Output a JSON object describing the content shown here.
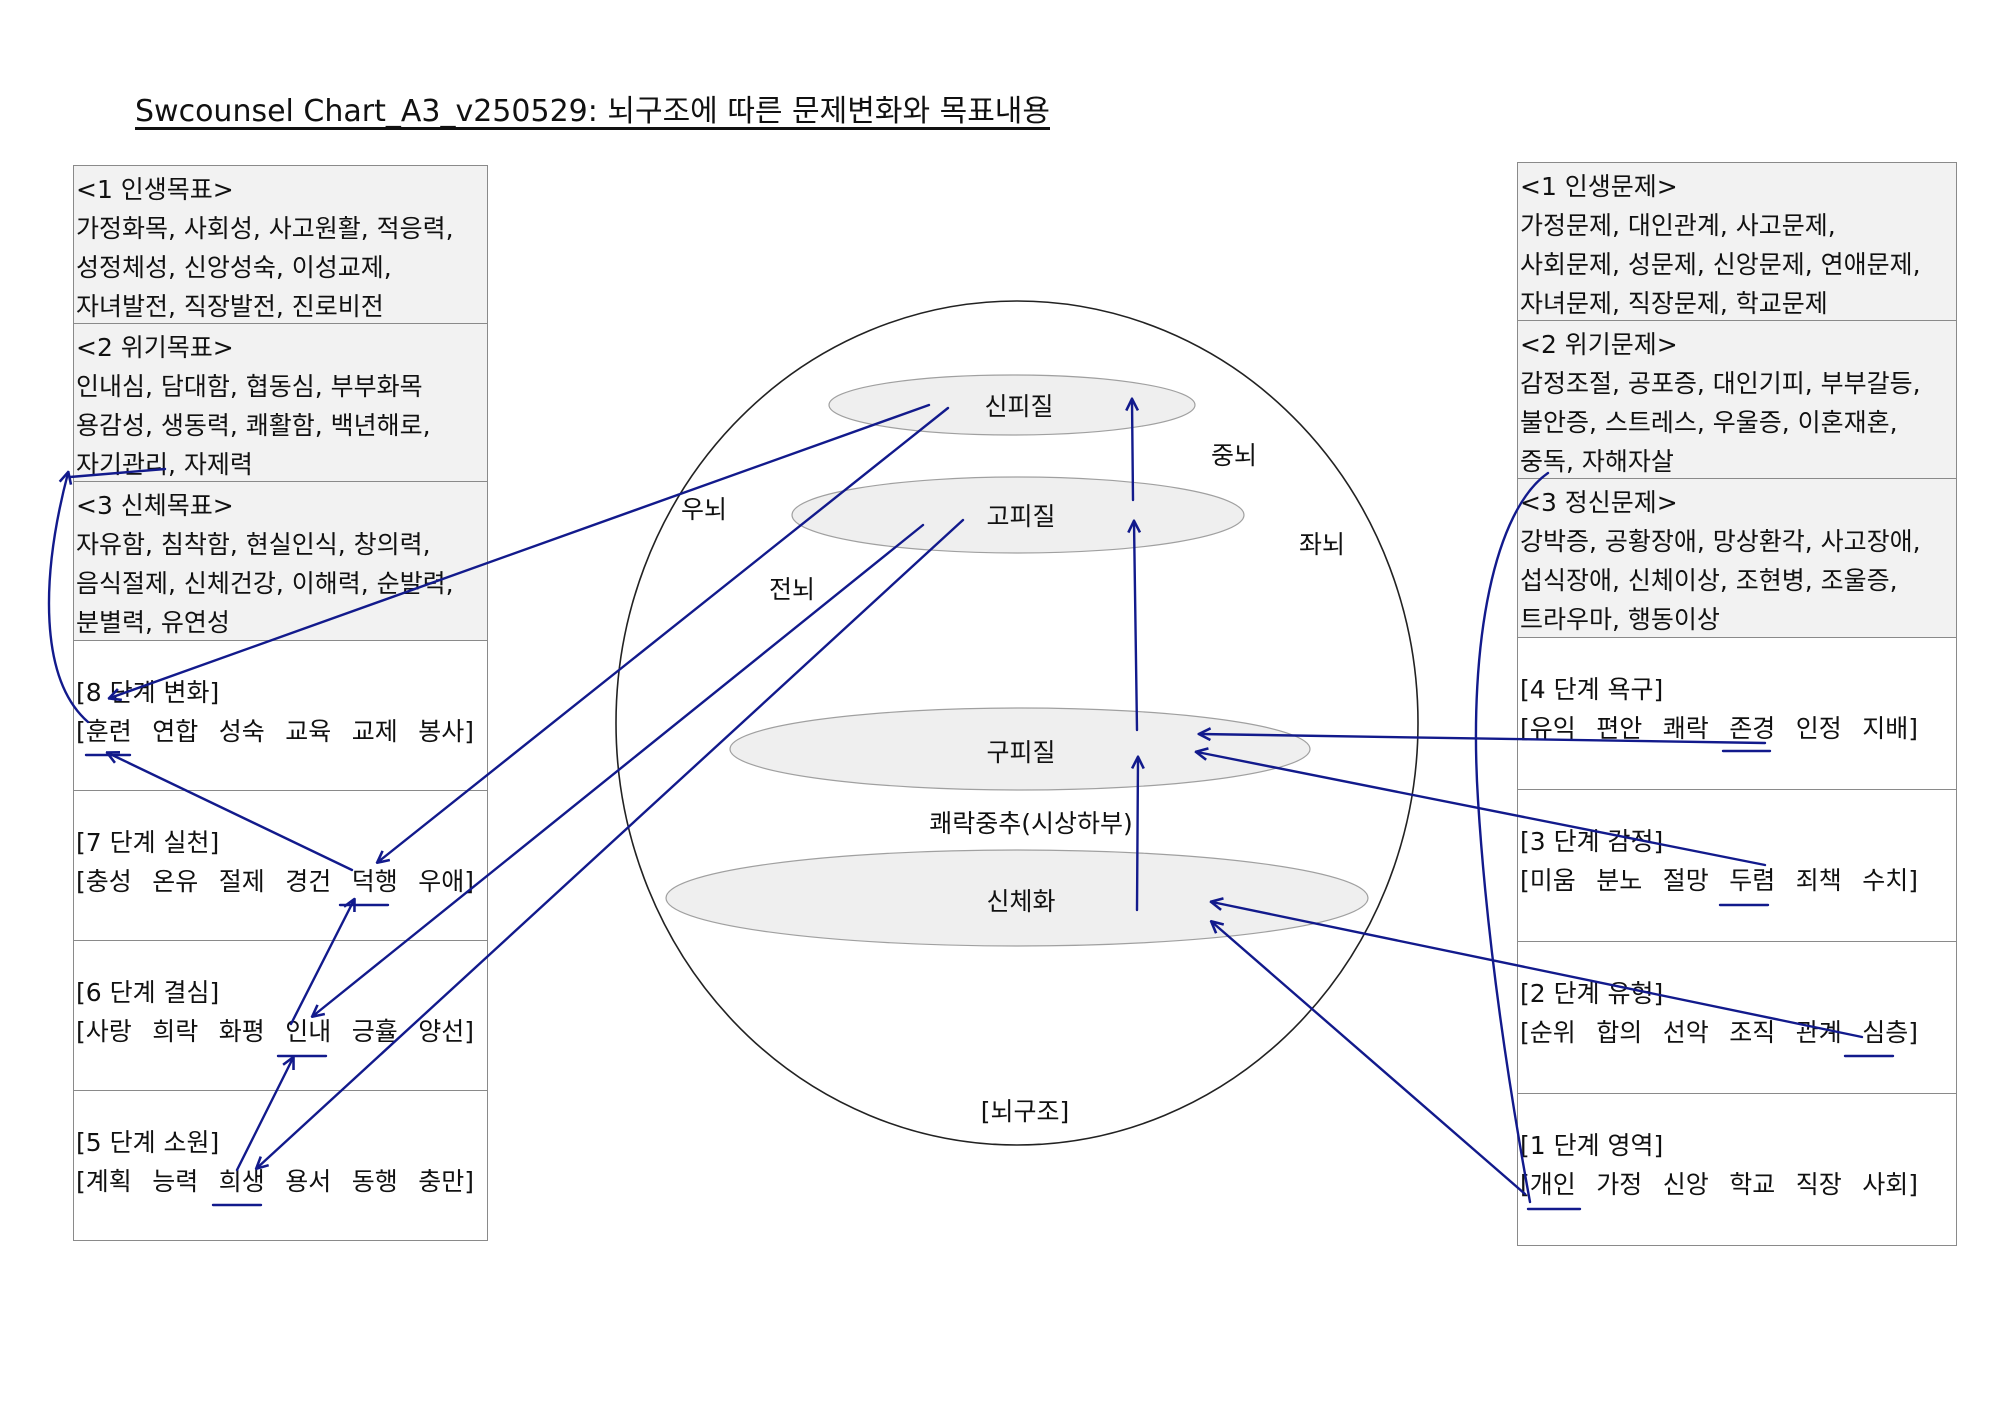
{
  "title": "Swcounsel Chart_A3_v250529: 뇌구조에 따른 문제변화와 목표내용",
  "left": {
    "goals": [
      {
        "heading": "<1 인생목표>",
        "lines": [
          "가정화목, 사회성, 사고원활, 적응력,",
          "성정체성, 신앙성숙, 이성교제,",
          "자녀발전, 직장발전, 진로비전"
        ]
      },
      {
        "heading": "<2 위기목표>",
        "lines": [
          "인내심, 담대함, 협동심, 부부화목",
          "용감성, 생동력, 쾌활함, 백년해로,",
          "자기관리, 자제력"
        ]
      },
      {
        "heading": "<3 신체목표>",
        "lines": [
          "자유함, 침착함, 현실인식, 창의력,",
          "음식절제, 신체건강, 이해력, 순발력,",
          "분별력, 유연성"
        ]
      }
    ],
    "stages": [
      {
        "heading": "[8 단계 변화]",
        "body": "[훈련 연합 성숙 교육 교제 봉사]"
      },
      {
        "heading": "[7 단계 실천]",
        "body": "[충성 온유 절제 경건 덕행 우애]"
      },
      {
        "heading": "[6 단계 결심]",
        "body": "[사랑 희락 화평 인내 긍휼 양선]"
      },
      {
        "heading": "[5 단계 소원]",
        "body": "[계획 능력 희생 용서 동행 충만]"
      }
    ]
  },
  "right": {
    "problems": [
      {
        "heading": "<1 인생문제>",
        "lines": [
          "가정문제, 대인관계, 사고문제,",
          "사회문제, 성문제, 신앙문제, 연애문제,",
          "자녀문제, 직장문제, 학교문제"
        ]
      },
      {
        "heading": "<2 위기문제>",
        "lines": [
          "감정조절, 공포증, 대인기피, 부부갈등,",
          "불안증, 스트레스, 우울증, 이혼재혼,",
          "중독, 자해자살"
        ]
      },
      {
        "heading": "<3 정신문제>",
        "lines": [
          "강박증, 공황장애, 망상환각, 사고장애,",
          "섭식장애, 신체이상, 조현병, 조울증,",
          "트라우마, 행동이상"
        ]
      }
    ],
    "stages": [
      {
        "heading": "[4 단계 욕구]",
        "body": "[유익 편안 쾌락 존경 인정 지배]"
      },
      {
        "heading": "[3 단계 감정]",
        "body": "[미움 분노 절망 두렴 죄책 수치]"
      },
      {
        "heading": "[2 단계 유형]",
        "body": "[순위 합의 선악 조직 관계 심층]"
      },
      {
        "heading": "[1 단계 영역]",
        "body": "[개인 가정 신앙 학교 직장 사회]"
      }
    ]
  },
  "brain": {
    "layers": [
      "신피질",
      "고피질",
      "구피질",
      "신체화"
    ],
    "labels": {
      "middle": "중뇌",
      "right_brain": "우뇌",
      "left_brain": "좌뇌",
      "front_brain": "전뇌",
      "pleasure_center": "쾌락중추(시상하부)",
      "caption": "[뇌구조]"
    }
  },
  "colors": {
    "ink": "#121a8c",
    "border": "#8a8a8a",
    "shade": "#f2f2f2",
    "layer": "#efefef"
  }
}
